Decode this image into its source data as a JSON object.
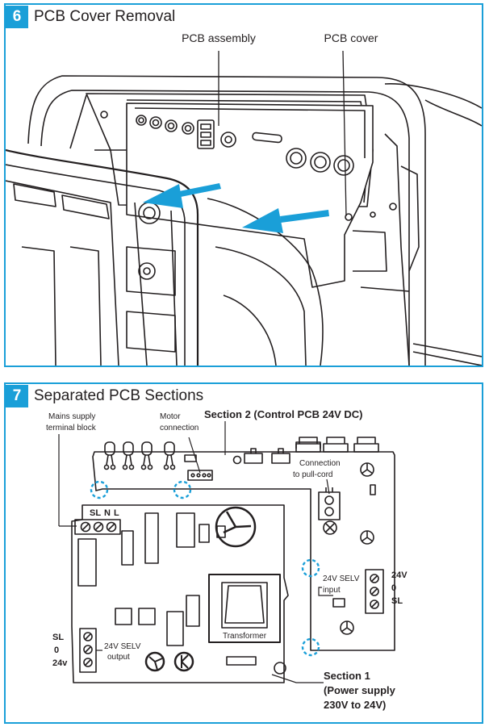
{
  "step6": {
    "number": "6",
    "title": "PCB Cover Removal",
    "label_pcb_assembly": "PCB assembly",
    "label_pcb_cover": "PCB cover"
  },
  "step7": {
    "number": "7",
    "title": "Separated PCB Sections",
    "label_mains_line1": "Mains supply",
    "label_mains_line2": "terminal block",
    "label_motor_line1": "Motor",
    "label_motor_line2": "connection",
    "label_section2": "Section 2 (Control PCB 24V DC)",
    "label_pullcord_line1": "Connection",
    "label_pullcord_line2": "to pull-cord",
    "terminal_sl": "SL",
    "terminal_n": "N",
    "terminal_l": "L",
    "label_selv_input_line1": "24V SELV",
    "label_selv_input_line2": "input",
    "right_terminals": [
      "24V",
      "0",
      "SL"
    ],
    "label_transformer": "Transformer",
    "left_terminals": [
      "SL",
      "0",
      "24v"
    ],
    "label_selv_output_line1": "24V SELV",
    "label_selv_output_line2": "output",
    "label_section1_line1": "Section 1",
    "label_section1_line2": "(Power supply",
    "label_section1_line3": "230V to 24V)"
  },
  "colors": {
    "accent": "#1a9fd8",
    "line": "#231f20",
    "arrow": "#1a9fd8"
  }
}
